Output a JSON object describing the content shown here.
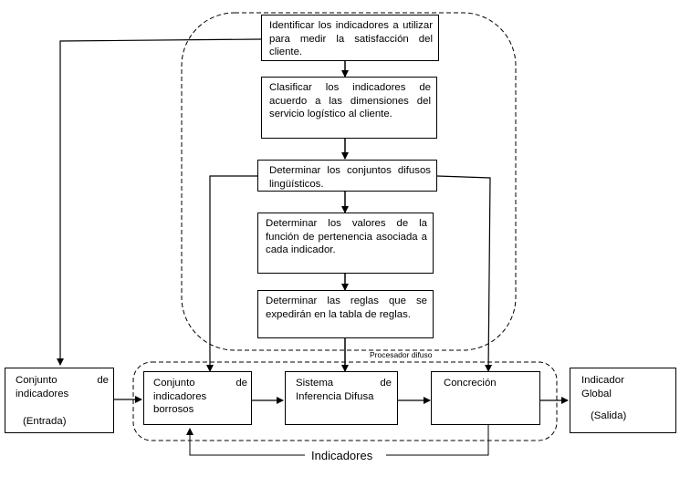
{
  "process_steps": [
    "Identificar los indicadores a utilizar para medir la satisfacción del cliente.",
    "Clasificar los indicadores de acuerdo a las dimensiones del servicio logístico al cliente.",
    "Determinar los conjuntos difusos lingüísticos.",
    "Determinar los valores de la función de pertenencia asociada a cada indicador.",
    "Determinar las reglas que se expedirán en la tabla de reglas."
  ],
  "processor": {
    "label": "Procesador difuso",
    "fuzzy_set": "Conjunto de indicadores borrosos",
    "inference": "Sistema de Inferencia Difusa",
    "concretion": "Concreción"
  },
  "input": {
    "title": "Conjunto de indicadores",
    "tag": "(Entrada)"
  },
  "output": {
    "title": "Indicador Global",
    "tag": "(Salida)"
  },
  "feedback_label": "Indicadores"
}
